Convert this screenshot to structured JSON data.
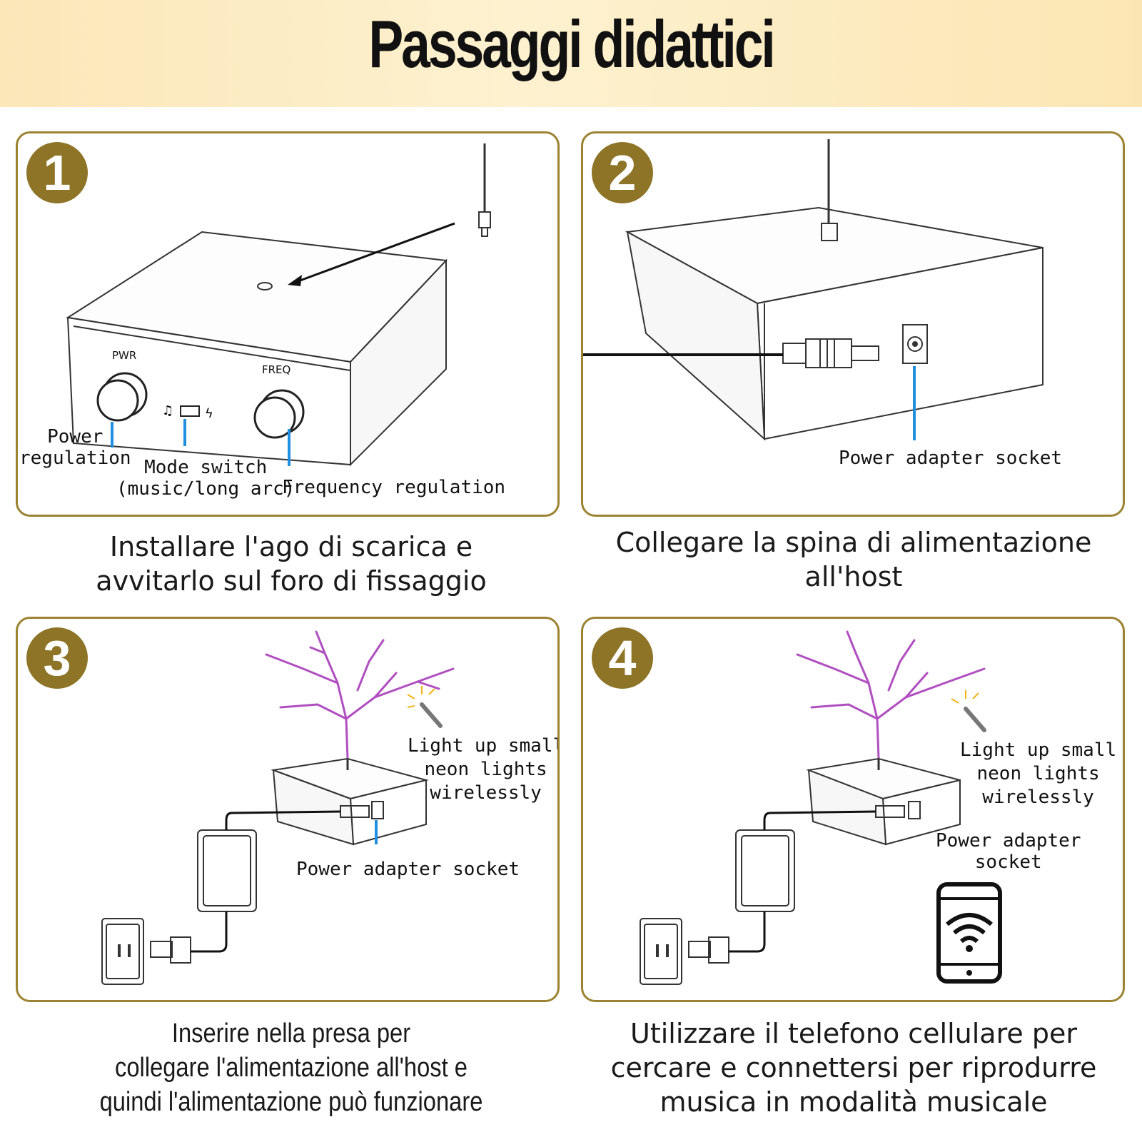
{
  "header": {
    "title": "Passaggi didattici"
  },
  "steps": [
    {
      "number": "1",
      "labels": {
        "pwr": "PWR",
        "freq": "FREQ",
        "power_regulation": "Power\nregulation",
        "mode_switch": "Mode switch\n(music/long arc)",
        "frequency_regulation": "Frequency regulation"
      },
      "caption": "Installare l'ago di scarica e\navvitarlo sul foro di fissaggio"
    },
    {
      "number": "2",
      "labels": {
        "power_adapter_socket": "Power adapter socket"
      },
      "caption": "Collegare la spina di alimentazione\nall'host"
    },
    {
      "number": "3",
      "labels": {
        "neon": "Light up small\nneon lights\nwirelessly",
        "power_adapter_socket": "Power adapter socket"
      },
      "caption": "Inserire nella presa per\ncollegare l'alimentazione all'host e\nquindi l'alimentazione può funzionare"
    },
    {
      "number": "4",
      "labels": {
        "neon": "Light up small\nneon lights\nwirelessly",
        "power_adapter_socket": "Power adapter\nsocket"
      },
      "caption": "Utilizzare il telefono cellulare per\ncercare e connettersi per riprodurre\nmusica in modalità musicale"
    }
  ],
  "colors": {
    "accent": "#9b8332",
    "badge": "#8e7427",
    "pointer": "#1f8fe0",
    "arc": "#b04fc0"
  }
}
